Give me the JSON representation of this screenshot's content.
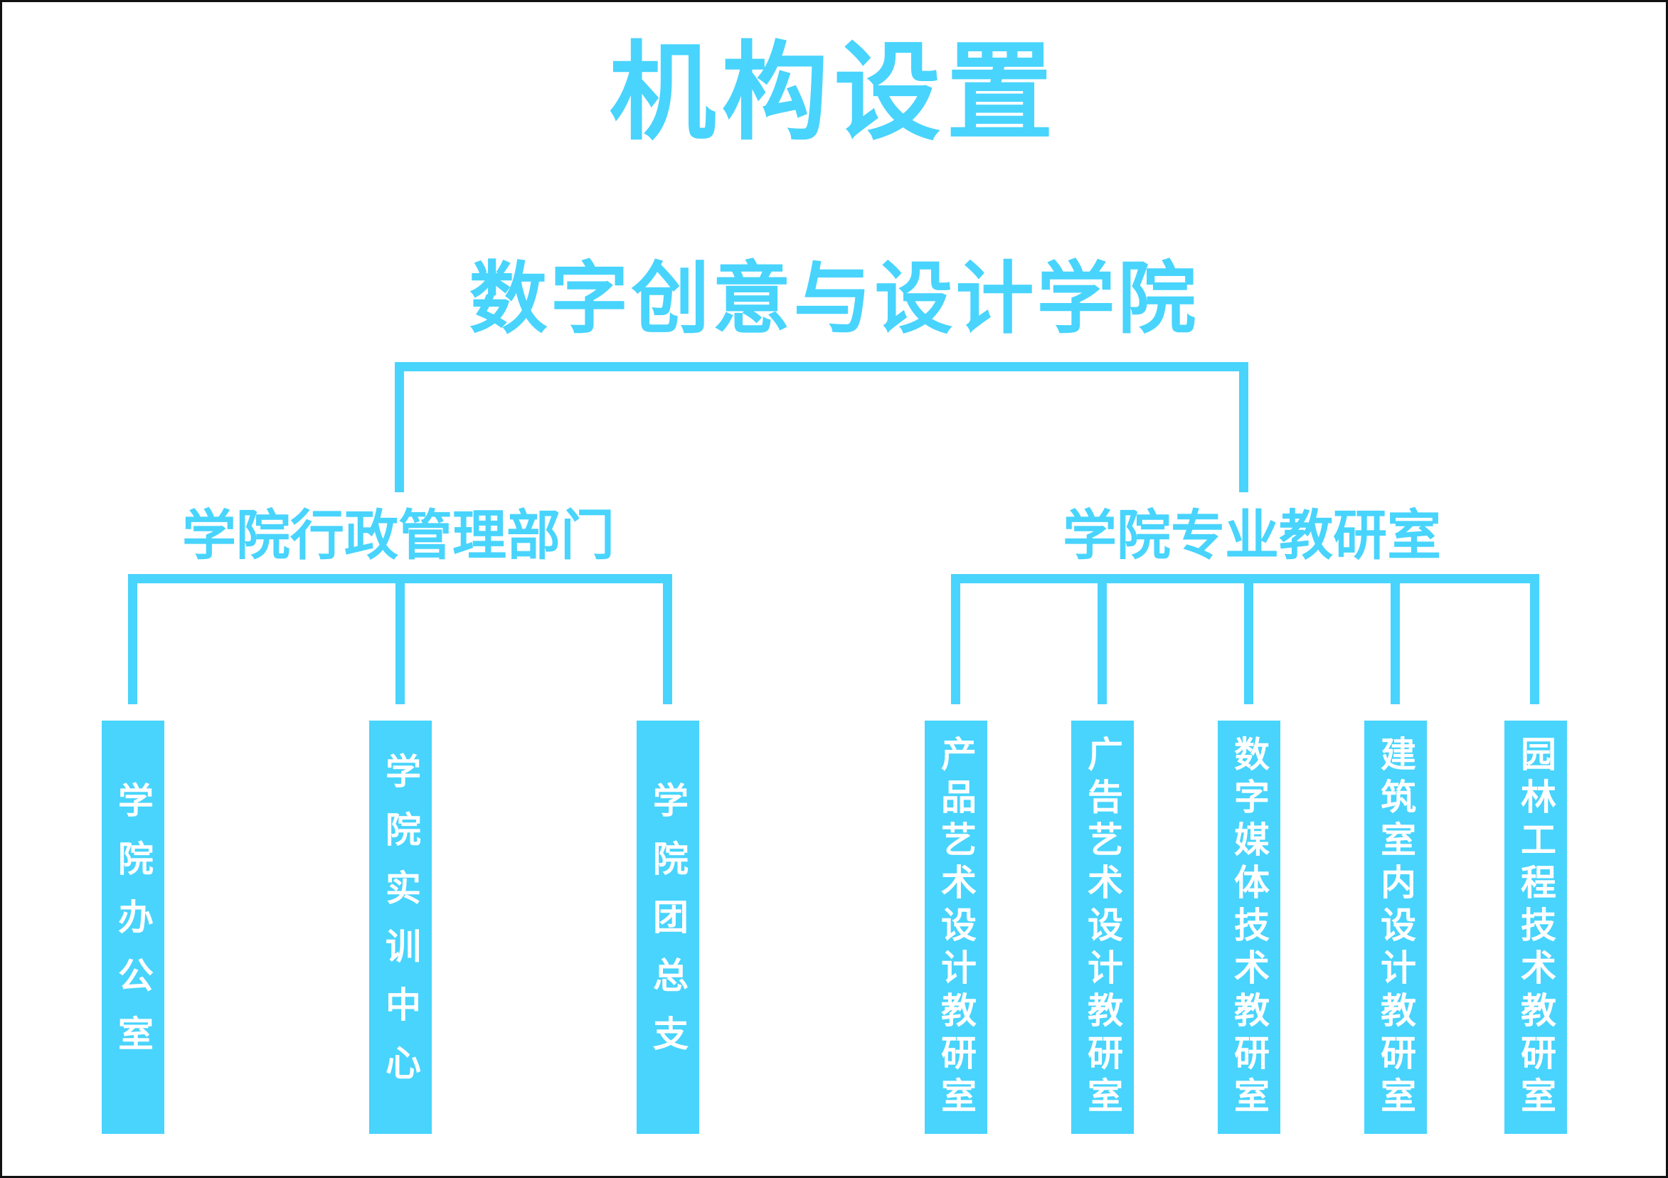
{
  "title": "机构设置",
  "root": "数字创意与设计学院",
  "colors": {
    "accent": "#48d4fd",
    "box_text": "#ffffff",
    "border": "#111111"
  },
  "groups": [
    {
      "label": "学院行政管理部门",
      "children": [
        "学院办公室",
        "学院实训中心",
        "学院团总支"
      ]
    },
    {
      "label": "学院专业教研室",
      "children": [
        "产品艺术设计教研室",
        "广告艺术设计教研室",
        "数字媒体技术教研室",
        "建筑室内设计教研室",
        "园林工程技术教研室"
      ]
    }
  ]
}
